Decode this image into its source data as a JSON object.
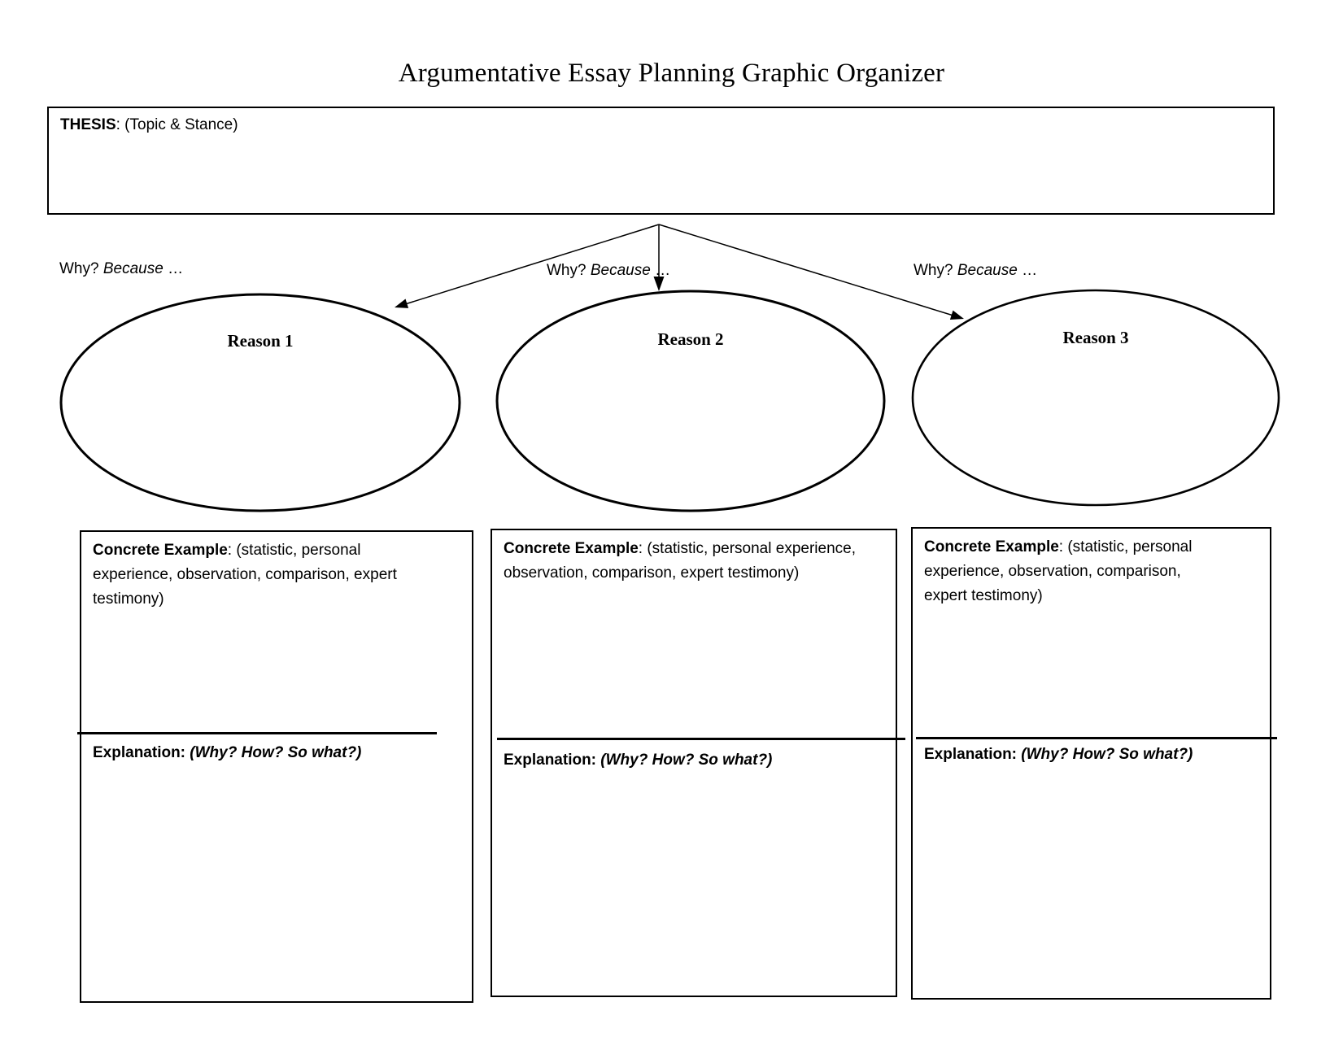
{
  "page": {
    "title": "Argumentative Essay Planning Graphic Organizer"
  },
  "thesis": {
    "label": "THESIS",
    "hint": ": (Topic & Stance)"
  },
  "why_labels": [
    {
      "why": "Why?",
      "because": " Because",
      "ellipsis": " …"
    },
    {
      "why": "Why?",
      "because": " Because",
      "ellipsis": " …"
    },
    {
      "why": "Why?",
      "because": " Because",
      "ellipsis": " …"
    }
  ],
  "reasons": [
    {
      "label": "Reason 1"
    },
    {
      "label": "Reason 2"
    },
    {
      "label": "Reason 3"
    }
  ],
  "evidence_boxes": [
    {
      "concrete_label": "Concrete Example",
      "concrete_lines": [
        ": (statistic, personal",
        "experience, observation, comparison, expert",
        "testimony)"
      ],
      "explanation_label": "Explanation:",
      "explanation_hint": " (Why? How? So what?)"
    },
    {
      "concrete_label": "Concrete Example",
      "concrete_lines": [
        ": (statistic, personal experience,",
        "observation, comparison, expert testimony)"
      ],
      "explanation_label": "Explanation:",
      "explanation_hint": " (Why? How? So what?)"
    },
    {
      "concrete_label": "Concrete Example",
      "concrete_lines": [
        ": (statistic, personal",
        "experience, observation, comparison,",
        "expert testimony)"
      ],
      "explanation_label": "Explanation:",
      "explanation_hint": " (Why? How? So what?)"
    }
  ]
}
